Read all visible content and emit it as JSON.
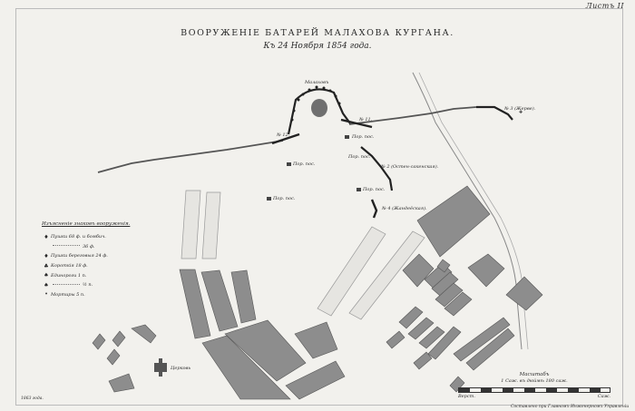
{
  "sheet": {
    "number": "Листъ II",
    "title": "ВООРУЖЕНІЕ БАТАРЕЙ МАЛАХОВА КУРГАНА.",
    "date": "Къ 24 Ноября 1854 года."
  },
  "labels": {
    "kurgan_top": "Малаховъ",
    "battery_12": "№ 12.",
    "battery_11": "№ 11.",
    "battery_3": "№ 3 (Жерве).",
    "battery_2": "№ 2 (Остен-сакенская).",
    "battery_4": "№ 4 (Жандеёская).",
    "small_1": "Пор. пос.",
    "small_2": "Пор. пос.",
    "small_3": "Пор. пос.",
    "small_4": "Пор. пос.",
    "small_5": "Пор. пос.",
    "church": "Церковь"
  },
  "legend": {
    "title": "Изъясненіе знаковъ вооруженія.",
    "items": [
      {
        "symbol": "♦",
        "text": "Пушки 68 ф. и бомбич."
      },
      {
        "symbol": "",
        "text": "36 ф."
      },
      {
        "symbol": "♦",
        "text": "Пушки береговыя 24 ф."
      },
      {
        "symbol": "♣",
        "text": "Короткія 18 ф."
      },
      {
        "symbol": "♠",
        "text": "Единороги 1 п."
      },
      {
        "symbol": "♠",
        "text": "½ п."
      },
      {
        "symbol": "•",
        "text": "Мортиры 5 п."
      }
    ]
  },
  "scale": {
    "title": "Масштабъ",
    "subtitle": "1 Саж. въ дюймѣ 180 саж.",
    "units_left": "Верст.",
    "units_right": "Саж."
  },
  "footer": {
    "credit": "Составлено при Главномъ Инженерномъ Управленіи",
    "corner_note": "1863 года."
  },
  "colors": {
    "paper": "#f2f1ed",
    "ink": "#2a2a2a",
    "fill": "#8a8a8a",
    "fill_light": "#d8d8d4"
  }
}
